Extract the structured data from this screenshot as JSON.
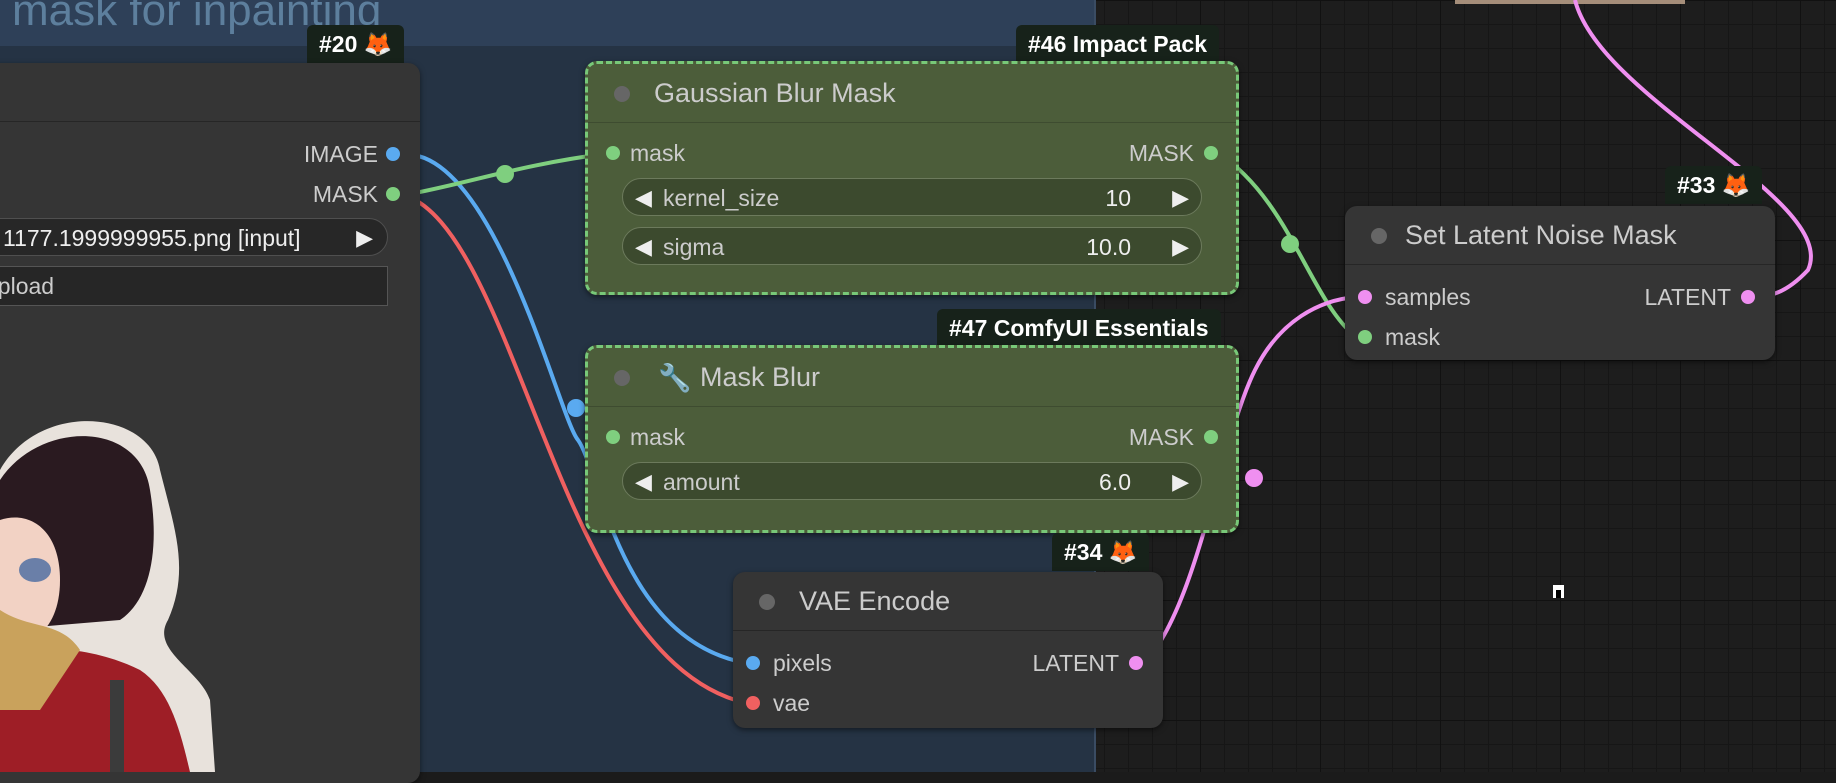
{
  "group": {
    "title": "mask for inpainting"
  },
  "load_image": {
    "badge": "#20 🦊",
    "outputs": [
      "IMAGE",
      "MASK"
    ],
    "image_value": "1177.1999999955.png [input]",
    "upload_label": "upload"
  },
  "gaussian": {
    "badge": "#46 Impact Pack",
    "title": "Gaussian Blur Mask",
    "input": "mask",
    "output": "MASK",
    "widgets": [
      {
        "label": "kernel_size",
        "value": "10"
      },
      {
        "label": "sigma",
        "value": "10.0"
      }
    ]
  },
  "maskblur": {
    "badge": "#47 ComfyUI Essentials",
    "title": "Mask Blur",
    "icon": "wrench-icon",
    "input": "mask",
    "output": "MASK",
    "widgets": [
      {
        "label": "amount",
        "value": "6.0"
      }
    ]
  },
  "vae": {
    "badge": "#34 🦊",
    "title": "VAE Encode",
    "inputs": [
      "pixels",
      "vae"
    ],
    "output": "LATENT"
  },
  "setlatent": {
    "badge": "#33 🦊",
    "title": "Set Latent Noise Mask",
    "inputs": [
      "samples",
      "mask"
    ],
    "output": "LATENT"
  },
  "colors": {
    "image": "#5aaaf0",
    "mask": "#7fcf7f",
    "vae": "#f06060",
    "latent": "#ef8ff0"
  }
}
